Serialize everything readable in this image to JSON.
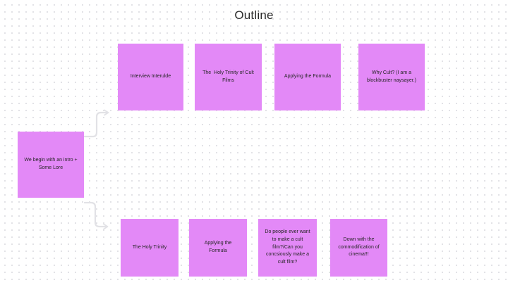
{
  "board": {
    "title": "Outline",
    "background_color": "#ffffff",
    "dot_grid_color": "#d8d8dd",
    "sticky_color": "#e389f7",
    "connector_color": "#e2e2e6",
    "text_color": "#262626"
  },
  "notes": {
    "start": {
      "label": "We begin with an intro + Some Lore"
    },
    "top_row": [
      {
        "label": "Interview Interulde"
      },
      {
        "label": "The  Holy Trinity of Cult Films"
      },
      {
        "label": "Applying the Formula"
      },
      {
        "label": "Why Cult? (I am a blockbuster naysayer.)"
      }
    ],
    "bottom_row": [
      {
        "label": "The Holy Trinity"
      },
      {
        "label": "Applying the Formula"
      },
      {
        "label": "Do people ever want to make a cult film?/Can you concsiously make a cult film?"
      },
      {
        "label": "Down with the commodification of cinema!!!"
      }
    ]
  },
  "connectors": [
    {
      "name": "start-to-top-row"
    },
    {
      "name": "start-to-bottom-row"
    }
  ]
}
